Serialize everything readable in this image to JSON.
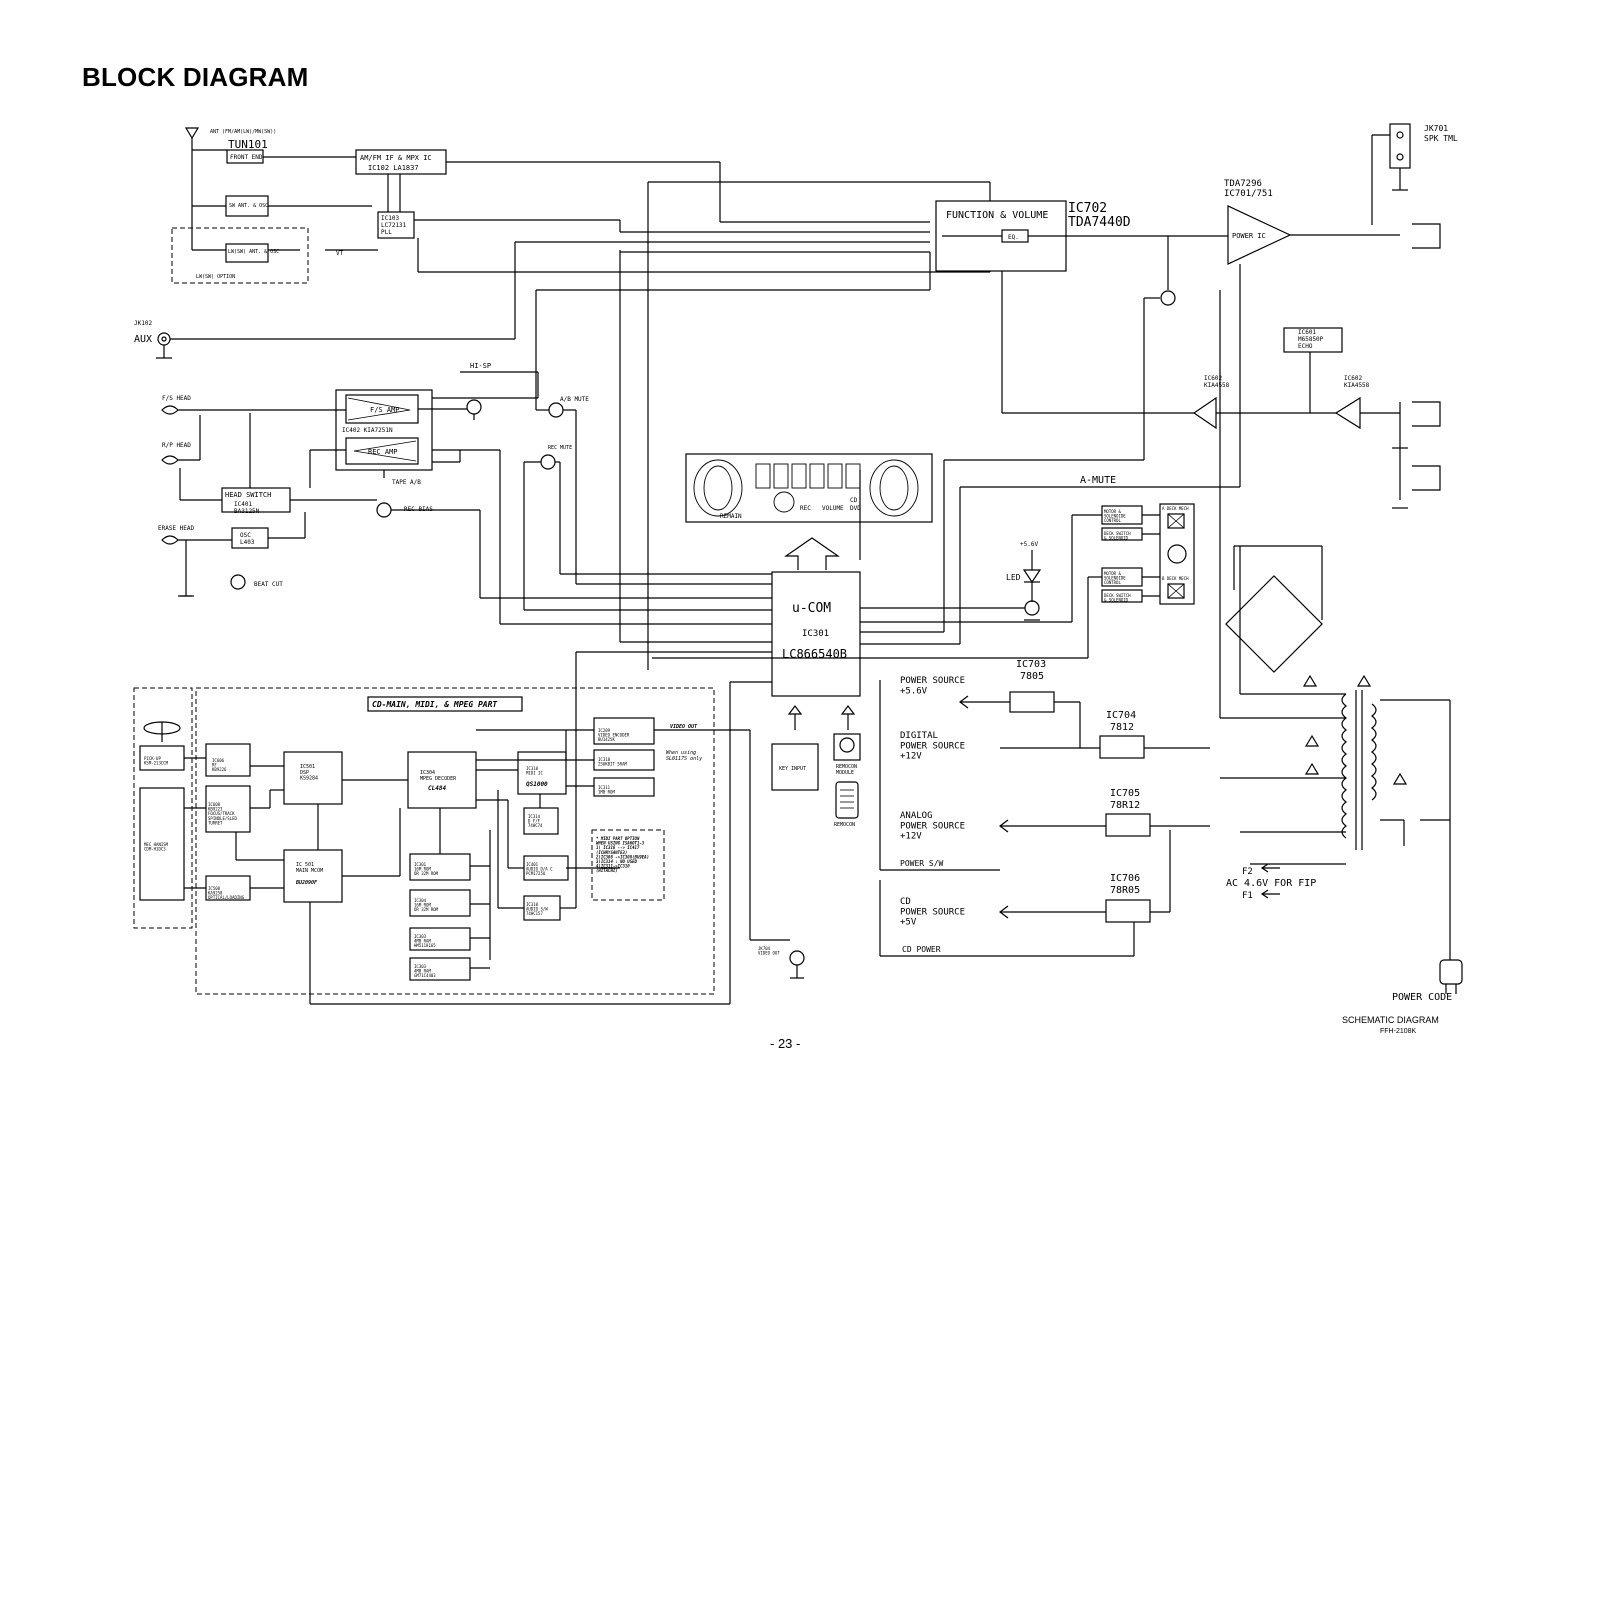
{
  "page": {
    "title": "BLOCK DIAGRAM",
    "page_number": "- 23 -",
    "caption": "SCHEMATIC DIAGRAM",
    "model": "FFH-2108K"
  },
  "tuner": {
    "antenna_label": "ANT (FM/AM(LW)/MW(SW))",
    "tun_name": "TUN101",
    "frontend": "FRONT END",
    "if_label": "AM/FM IF & MPX IC",
    "if_ic": "IC102 LA1837",
    "pll_label": "IC103\nLC72131\nPLL",
    "sw_osc": "SW ANT. & OSC",
    "lw_osc": "LW(SW) ANT. & OSC",
    "lw_option": "LW(SW) OPTION",
    "vt": "VT"
  },
  "aux": {
    "jack": "JK102",
    "label": "AUX"
  },
  "deck": {
    "hi_sp": "HI-SP",
    "fs_head": "F/S HEAD",
    "rp_head": "R/P HEAD",
    "erase_head": "ERASE HEAD",
    "fs_amp": "F/S AMP",
    "rec_amp": "REC AMP",
    "amp_ic": "IC402  KIA7251N",
    "head_switch": "HEAD SWITCH",
    "head_switch_ic": "IC401\nBA3125N",
    "osc": "OSC\nL403",
    "tape_ab": "TAPE A/B",
    "rec_bias": "REC BIAS",
    "beat_cut": "BEAT CUT",
    "ab_mute": "A/B MUTE",
    "rec_mute": "REC MUTE"
  },
  "audio": {
    "func_label": "FUNCTION & VOLUME",
    "ic702": "IC702",
    "tda7440d": "TDA7440D",
    "eq": "EQ.",
    "power_ic_part": "TDA7296",
    "power_ic_num": "IC701/751",
    "power_ic": "POWER IC",
    "spk_jack": "JK701",
    "spk_tml": "SPK TML",
    "echo_ic": "IC601\nM65850P\nECHO",
    "ic602a": "IC602\nKIA4558",
    "ic602b": "IC602\nKIA4558",
    "a_mute": "A-MUTE"
  },
  "display": {
    "remain": "REMAIN",
    "volume": "VOLUME",
    "cd": "CD",
    "dvd": "DVD",
    "rec": "REC"
  },
  "ucom": {
    "title": "u-COM",
    "ic": "IC301",
    "part": "LC866540B",
    "key_input": "KEY INPUT",
    "remocon": "REMOCON\nMODULE",
    "remote": "REMOCON",
    "led": "LED",
    "led_voltage": "+5.6V",
    "motor1": "MOTOR &\nSOLENOIDE\nCONTROL",
    "motor2": "MOTOR &\nSOLENOIDE\nCONTROL",
    "deck_a_mech": "A DECK MECH",
    "deck_b_mech": "B DECK MECH",
    "mech_switch_1": "DECK SWITCH\n& SOLENOID",
    "mech_switch_2": "DECK SWITCH\n& SOLENOID"
  },
  "power": {
    "ic703": "IC703",
    "ic703_part": "7805",
    "src_56": "POWER SOURCE\n+5.6V",
    "ic704": "IC704",
    "ic704_part": "7812",
    "digital": "DIGITAL\nPOWER SOURCE\n+12V",
    "ic705": "IC705",
    "ic705_part": "78R12",
    "analog": "ANALOG\nPOWER SOURCE\n+12V",
    "power_sw": "POWER S/W",
    "ic706": "IC706",
    "ic706_part": "78R05",
    "cd_src": "CD\nPOWER SOURCE\n+5V",
    "cd_power": "CD POWER",
    "f2": "F2",
    "ac": "AC 4.6V FOR FIP",
    "f1": "F1",
    "power_code": "POWER CODE"
  },
  "cd": {
    "title": "CD-MAIN, MIDI, & MPEG PART",
    "pickup": "PICK-UP\nKSM-213CCM",
    "rf": "IC606\nRF\nKB9226",
    "focus": "IC608\nKB9223\nFOCUS/TRACK\nSPINDLE/SLED\nTURRET",
    "mec": "MEC HANISM\nCDM-H1DC3",
    "dsp": "IC501\nDSP\nKS9284",
    "mpeg": "IC304\nMPEG DECODER",
    "mpeg_part": "CL484",
    "midi": "IC310\nMIDI IC",
    "midi_part": "QS1000",
    "main_mcom": "IC 501\nMAIN MCOM",
    "main_mcom_part": "BU2090F",
    "loading": "IC508\nKA9258\nOPTICAL/LOADING",
    "video_enc": "IC209\nVIDEO ENCODER\nBU1425K",
    "sram": "IC318\n256KBIT SRAM",
    "rom_1m": "IC311\n1MB ROM",
    "dff": "IC314\nD F/F\n74HC74",
    "audio_dac": "IC401\nAUDIO D/A C\nPCM1725U",
    "audio_sw": "IC310\nAUDIO S/W\n74HC157",
    "rom_a": "IC301\n16M ROM\nOR 32M ROM",
    "rom_b": "IC304\n16M ROM\nOR 32M ROM",
    "dram_a": "IC303\n4MB RAM\nHM5118165",
    "dram_b": "IC303\n4MB RAM\nGM71C4403",
    "video_out_tag": "VIDEO OUT",
    "video_jack": "JK704\nVIDEO OUT",
    "note": "* MIDI PART OPTION\nWHEN USING ISA6OT1-3\n1) IC316 --> IC417\n(ICHRYSANTE3)\n2)IC308 ->IC308(BU9EA)\n3)IC314 : NO USED\n4)IC311->IC310\n(HITACHI)",
    "sram_note": "When using\nSL0117S only"
  }
}
